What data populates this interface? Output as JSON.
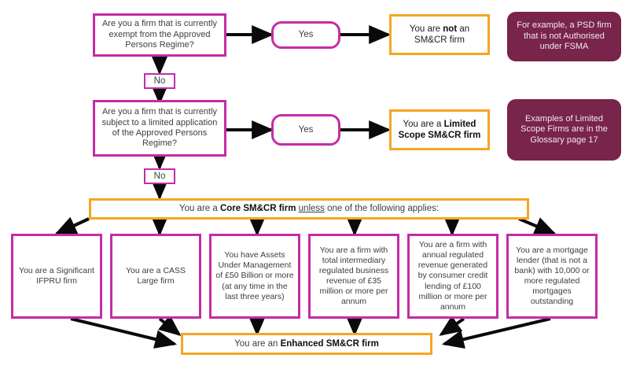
{
  "diagram": {
    "title": "SM&CR firm classification decision flowchart",
    "colors": {
      "magenta": "#C42CA5",
      "orange": "#F6A623",
      "maroon": "#78244B",
      "text": "#3d3d45",
      "arrow": "#0a0a0a",
      "background": "#ffffff"
    },
    "questions": [
      {
        "id": "q1",
        "text": "Are you a firm that is currently exempt from the Approved Persons Regime?",
        "yes_label": "Yes",
        "no_label": "No",
        "yes_outcome_prefix": "You are ",
        "yes_outcome_bold": "not",
        "yes_outcome_suffix": " an SM&CR firm",
        "note": "For example, a PSD firm that is not Authorised under FSMA"
      },
      {
        "id": "q2",
        "text": "Are you a firm that is currently subject to a limited application of the Approved Persons Regime?",
        "yes_label": "Yes",
        "no_label": "No",
        "yes_outcome_prefix": "You are a ",
        "yes_outcome_bold": "Limited Scope SM&CR firm",
        "yes_outcome_suffix": "",
        "note": "Examples of Limited Scope Firms are in the Glossary page 17"
      }
    ],
    "core_band": {
      "prefix": "You are a ",
      "bold": "Core SM&CR firm",
      "underlined": "unless",
      "suffix": " one of the following applies:"
    },
    "criteria": [
      {
        "id": "c1",
        "text": "You are a Significant IFPRU firm"
      },
      {
        "id": "c2",
        "text": "You are a CASS Large firm"
      },
      {
        "id": "c3",
        "text": "You have Assets Under Management of £50 Billion or more (at any time in the last three years)"
      },
      {
        "id": "c4",
        "text": "You are a firm with total intermediary regulated business revenue of £35 million or more per annum"
      },
      {
        "id": "c5",
        "text": "You are a firm with annual regulated revenue generated by consumer credit lending of £100 million or more per annum"
      },
      {
        "id": "c6",
        "text": "You are a mortgage lender (that is not a bank) with 10,000 or more regulated mortgages outstanding"
      }
    ],
    "enhanced_band": {
      "prefix": "You are an ",
      "bold": "Enhanced SM&CR firm",
      "suffix": ""
    }
  }
}
